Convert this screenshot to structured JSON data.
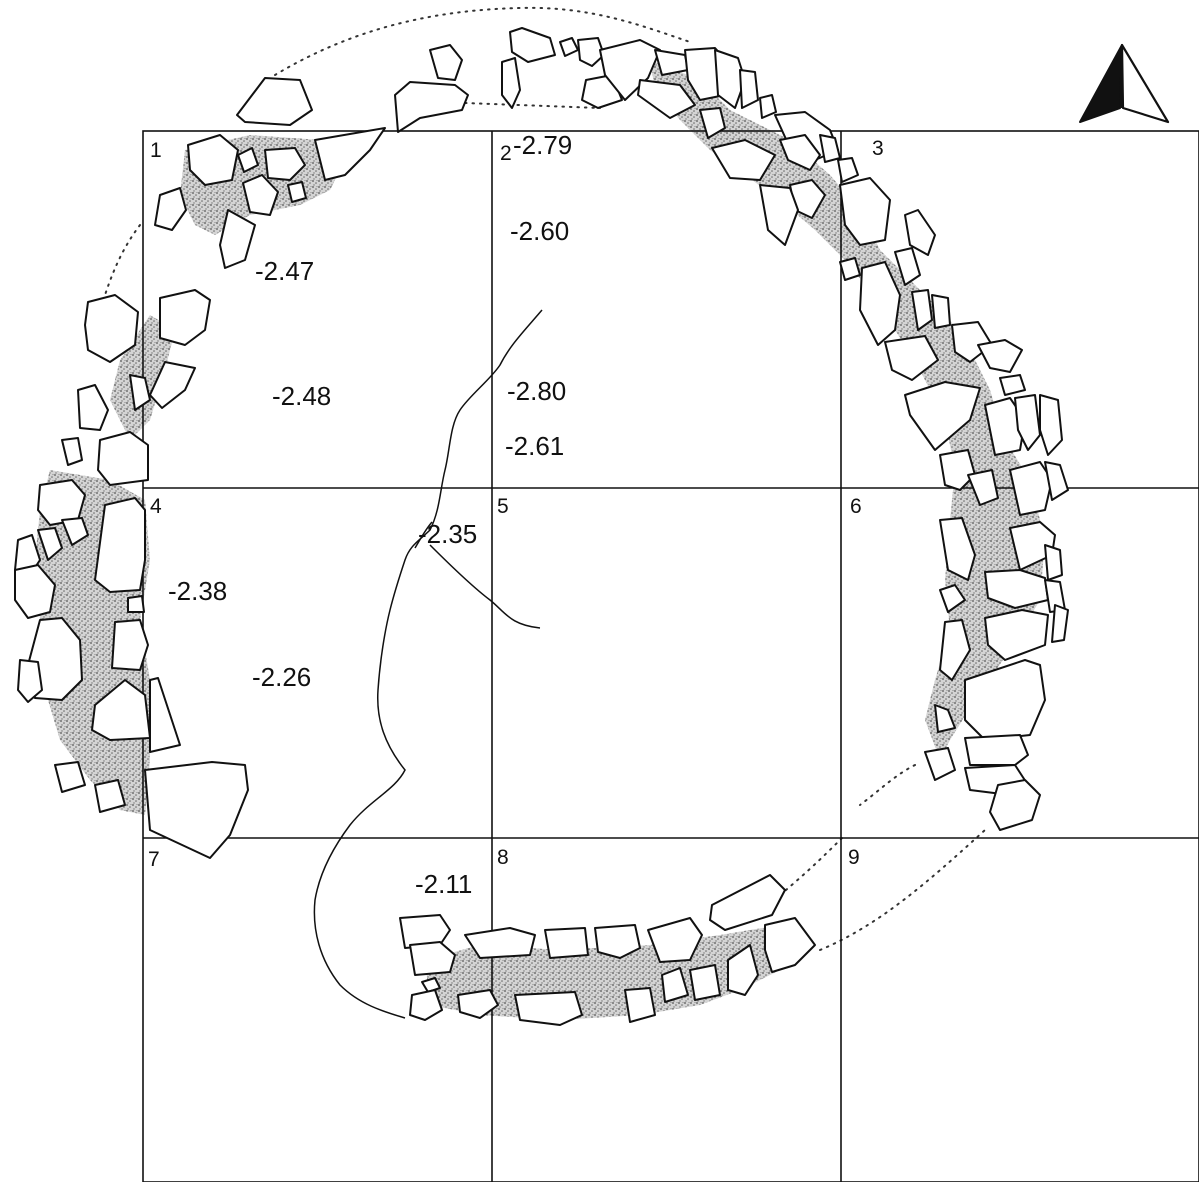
{
  "grid": {
    "squares": [
      {
        "id": "sq1",
        "label": "1"
      },
      {
        "id": "sq2",
        "label": "2"
      },
      {
        "id": "sq3",
        "label": "3"
      },
      {
        "id": "sq4",
        "label": "4"
      },
      {
        "id": "sq5",
        "label": "5"
      },
      {
        "id": "sq6",
        "label": "6"
      },
      {
        "id": "sq7",
        "label": "7"
      },
      {
        "id": "sq8",
        "label": "8"
      },
      {
        "id": "sq9",
        "label": "9"
      }
    ]
  },
  "elevations": [
    {
      "id": "e1",
      "value": "-2.79"
    },
    {
      "id": "e2",
      "value": "-2.60"
    },
    {
      "id": "e3",
      "value": "-2.47"
    },
    {
      "id": "e4",
      "value": "-2.48"
    },
    {
      "id": "e5",
      "value": "-2.80"
    },
    {
      "id": "e6",
      "value": "-2.61"
    },
    {
      "id": "e7",
      "value": "-2.35"
    },
    {
      "id": "e8",
      "value": "-2.38"
    },
    {
      "id": "e9",
      "value": "-2.26"
    },
    {
      "id": "e10",
      "value": "-2.11"
    }
  ],
  "north_arrow": {
    "icon": "north-arrow-icon"
  },
  "colors": {
    "ink": "#111111",
    "fill_stipple": "#8a8a8a",
    "paper": "#ffffff"
  }
}
